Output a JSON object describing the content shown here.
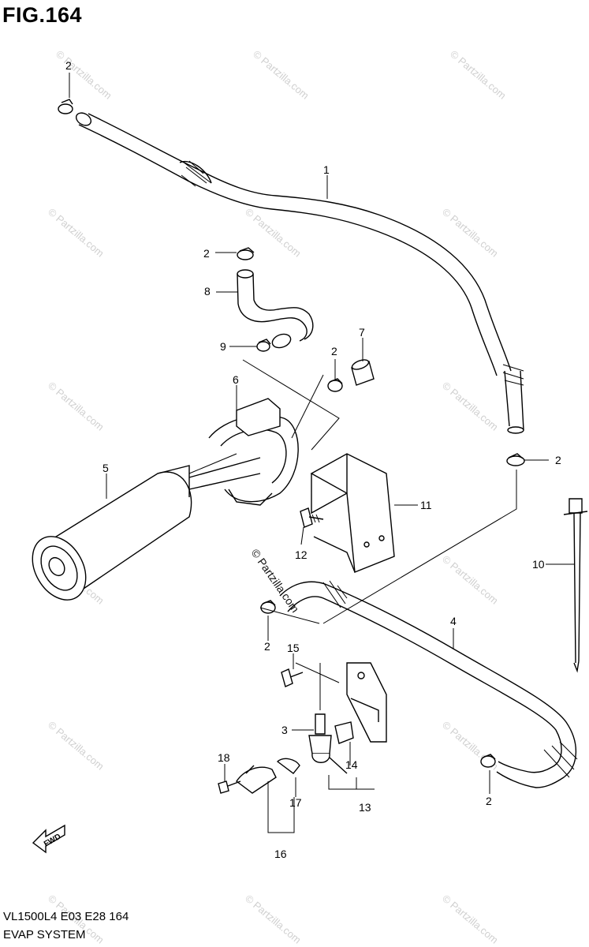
{
  "figure": {
    "title": "FIG.164",
    "footer_model_line": "VL1500L4  E03  E28  164",
    "footer_system": "EVAP SYSTEM",
    "fwd_label": "FWD",
    "watermark_text": "© Partzilla.com"
  },
  "callouts": {
    "c1": "1",
    "c2a": "2",
    "c2b": "2",
    "c2c": "2",
    "c2d": "2",
    "c2e": "2",
    "c2f": "2",
    "c3": "3",
    "c4": "4",
    "c5": "5",
    "c6": "6",
    "c7": "7",
    "c8": "8",
    "c9": "9",
    "c10": "10",
    "c11": "11",
    "c12": "12",
    "c13": "13",
    "c14": "14",
    "c15": "15",
    "c16": "16",
    "c17": "17",
    "c18": "18"
  },
  "colors": {
    "line": "#000000",
    "background": "#ffffff",
    "watermark": "#d0d0d0"
  }
}
